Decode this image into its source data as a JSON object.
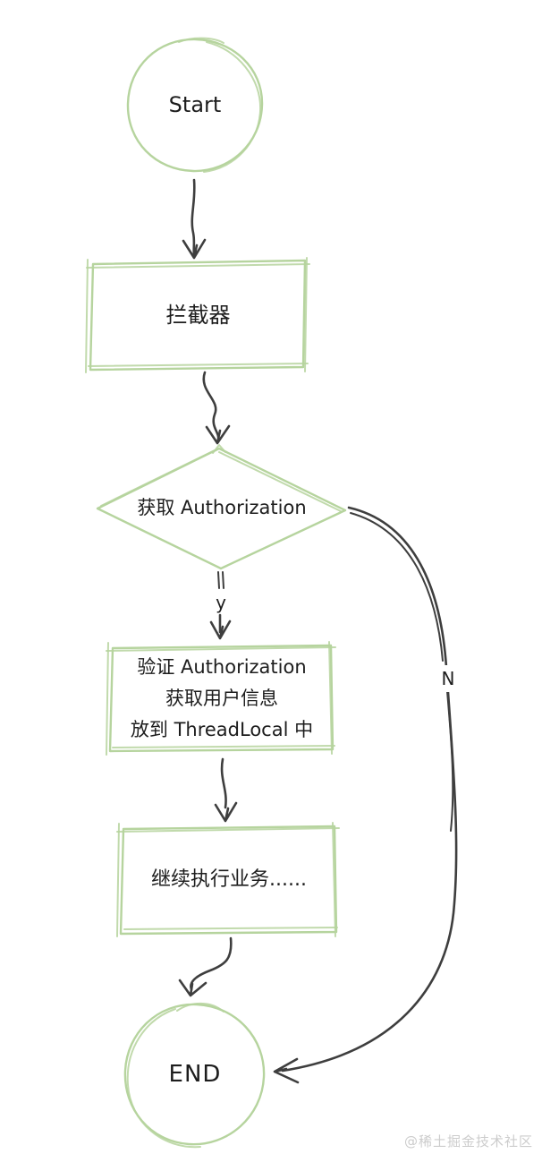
{
  "diagram": {
    "type": "flowchart",
    "nodes": {
      "start": {
        "shape": "circle",
        "label": "Start"
      },
      "interceptor": {
        "shape": "rect",
        "label": "拦截器"
      },
      "decision": {
        "shape": "diamond",
        "label": "获取 Authorization"
      },
      "verify": {
        "shape": "rect",
        "lines": [
          "验证 Authorization",
          "获取用户信息",
          "放到 ThreadLocal 中"
        ]
      },
      "business": {
        "shape": "rect",
        "label": "继续执行业务......"
      },
      "end": {
        "shape": "circle",
        "label": "END"
      }
    },
    "edges": [
      {
        "from": "start",
        "to": "interceptor",
        "label": ""
      },
      {
        "from": "interceptor",
        "to": "decision",
        "label": ""
      },
      {
        "from": "decision",
        "to": "verify",
        "label": "y"
      },
      {
        "from": "verify",
        "to": "business",
        "label": ""
      },
      {
        "from": "business",
        "to": "end",
        "label": ""
      },
      {
        "from": "decision",
        "to": "end",
        "label": "N"
      }
    ],
    "edge_labels": {
      "yes": "y",
      "no": "N"
    },
    "colors": {
      "node_stroke": "#b6d49e",
      "edge_stroke": "#3e3e3e",
      "text": "#1d1d1d",
      "watermark": "#cccccc",
      "background": "#ffffff"
    },
    "watermark": "@稀土掘金技术社区"
  }
}
